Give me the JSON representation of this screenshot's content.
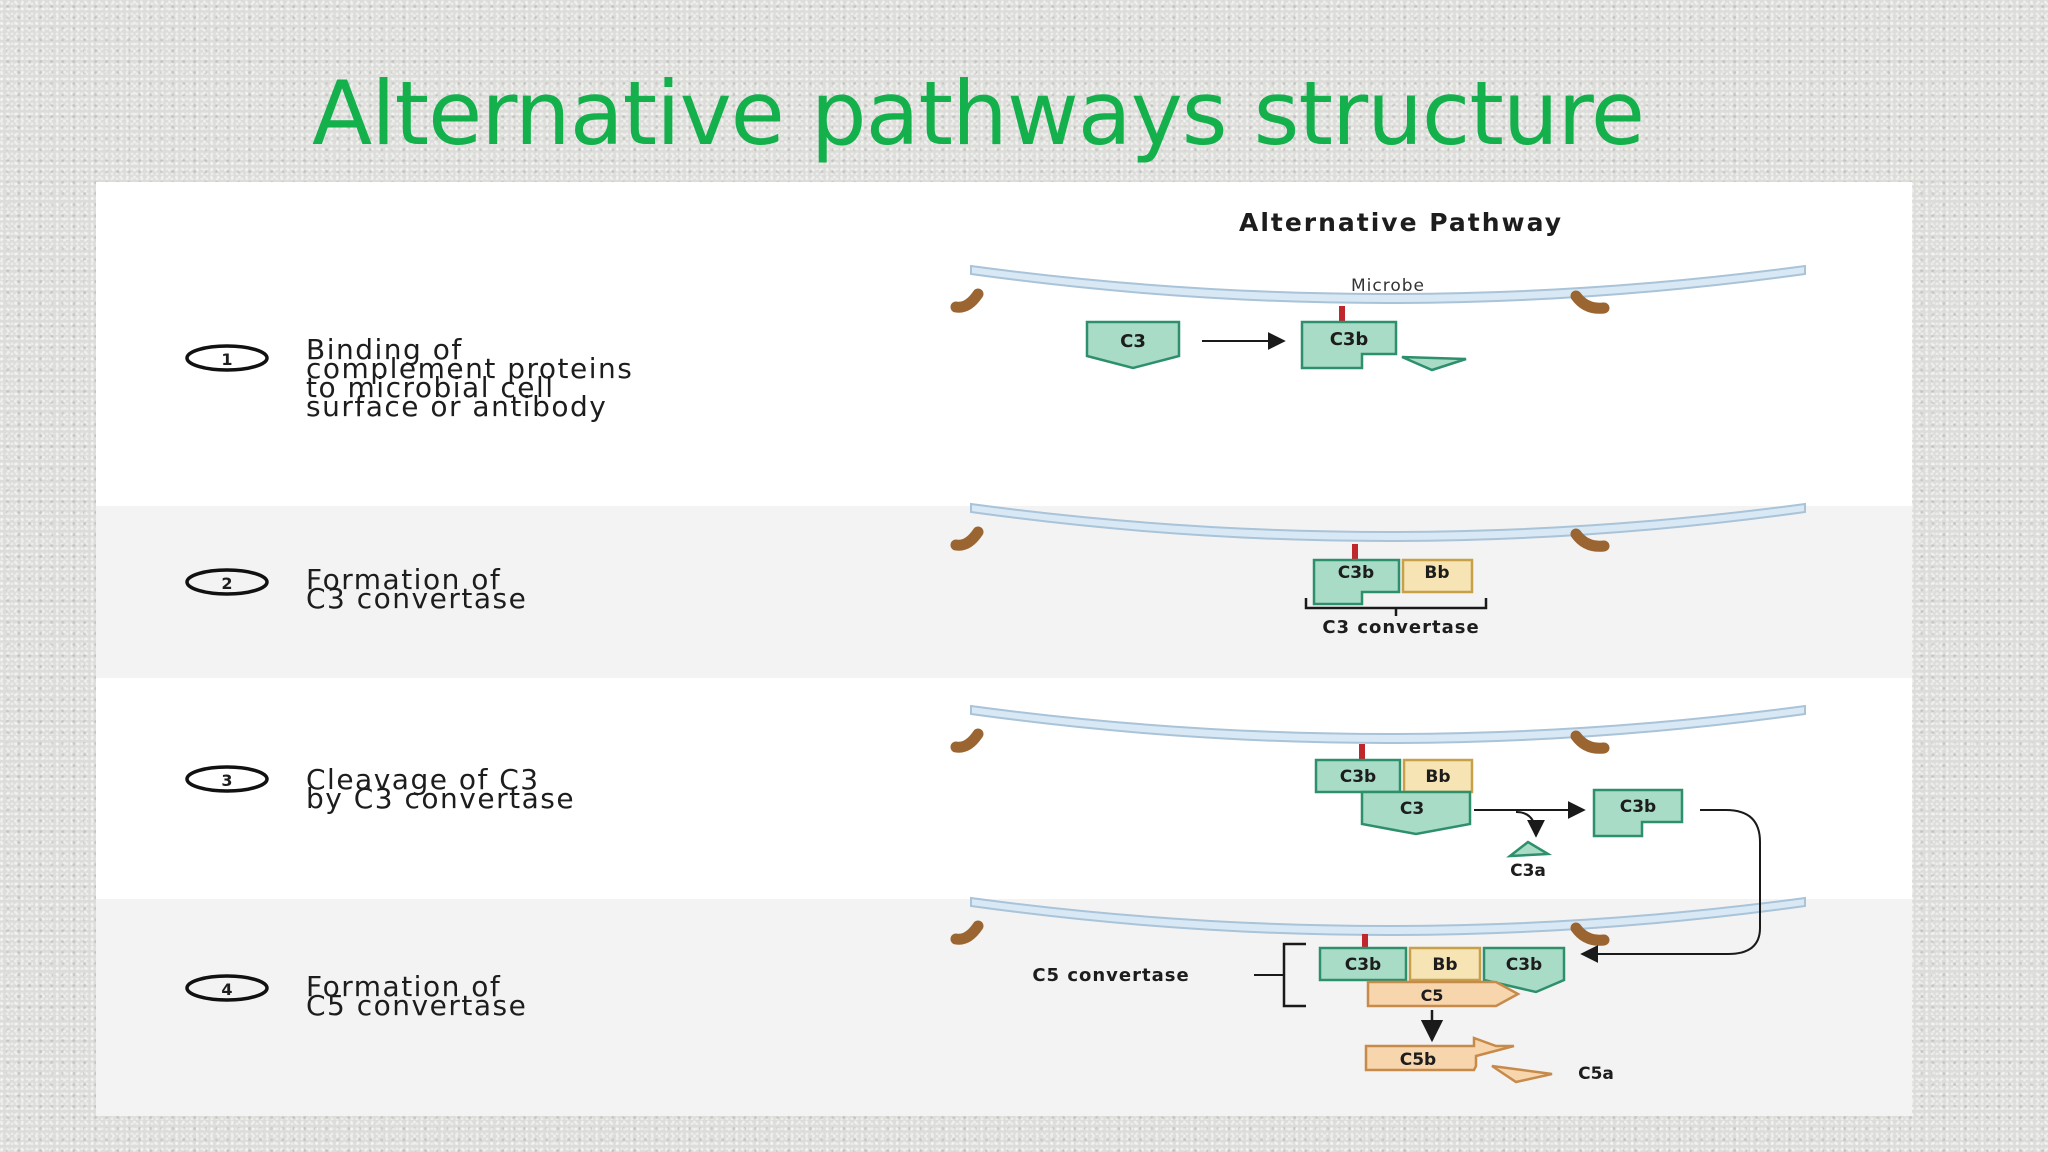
{
  "slide": {
    "title": "Alternative pathways structure"
  },
  "figure": {
    "title": "Alternative Pathway",
    "microbe_label": "Microbe",
    "steps": [
      {
        "number": "1",
        "lines": [
          "Binding of",
          "complement proteins",
          "to microbial cell",
          "surface or antibody"
        ]
      },
      {
        "number": "2",
        "lines": [
          "Formation of",
          "C3 convertase"
        ]
      },
      {
        "number": "3",
        "lines": [
          "Cleavage of C3",
          "by C3 convertase"
        ]
      },
      {
        "number": "4",
        "lines": [
          "Formation of",
          "C5 convertase"
        ]
      }
    ],
    "molecules": {
      "c3": "C3",
      "c3b": "C3b",
      "bb": "Bb",
      "c3a": "C3a",
      "c5": "C5",
      "c5b": "C5b",
      "c5a": "C5a"
    },
    "labels": {
      "c3_convertase": "C3 convertase",
      "c5_convertase": "C5 convertase"
    },
    "colors": {
      "title_green": "#13b04c",
      "c3_fill": "#a8dcc6",
      "c3_stroke": "#2e8f6c",
      "bb_fill": "#f6e4b4",
      "bb_stroke": "#c7a04a",
      "c5_fill": "#f7d5ad",
      "c5_stroke": "#c68a4a",
      "membrane_fill": "#d8e8f4",
      "membrane_stroke": "#a9c3d8",
      "receptor": "#9b6532",
      "anchor": "#c0272d"
    }
  }
}
